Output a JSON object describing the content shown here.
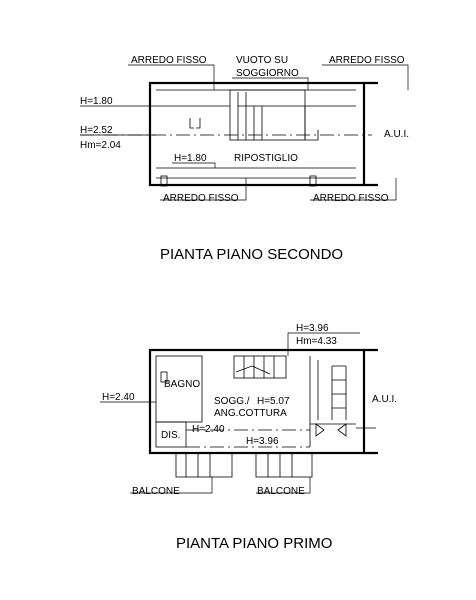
{
  "plan_secondo": {
    "title": "PIANTA PIANO SECONDO",
    "labels": {
      "arredo_fisso_tl": "ARREDO FISSO",
      "vuoto_su": "VUOTO SU",
      "soggiorno": "SOGGIORNO",
      "arredo_fisso_tr": "ARREDO FISSO",
      "h_180_a": "H=1.80",
      "h_252": "H=2.52",
      "hm_204": "Hm=2.04",
      "h_180_b": "H=1.80",
      "ripostiglio": "RIPOSTIGLIO",
      "aui": "A.U.I.",
      "arredo_fisso_bl": "ARREDO FISSO",
      "arredo_fisso_br": "ARREDO FISSO"
    }
  },
  "plan_primo": {
    "title": "PIANTA PIANO PRIMO",
    "labels": {
      "h_396_top": "H=3.96",
      "hm_433": "Hm=4.33",
      "bagno": "BAGNO",
      "h_240_left": "H=2.40",
      "sogg": "SOGG./",
      "ang_cottura": "ANG.COTTURA",
      "h_507": "H=5.07",
      "dis": "DIS.",
      "h_240_inner": "H=2.40",
      "h_396_bottom": "H=3.96",
      "aui": "A.U.I.",
      "balcone_left": "BALCONE",
      "balcone_right": "BALCONE"
    }
  }
}
